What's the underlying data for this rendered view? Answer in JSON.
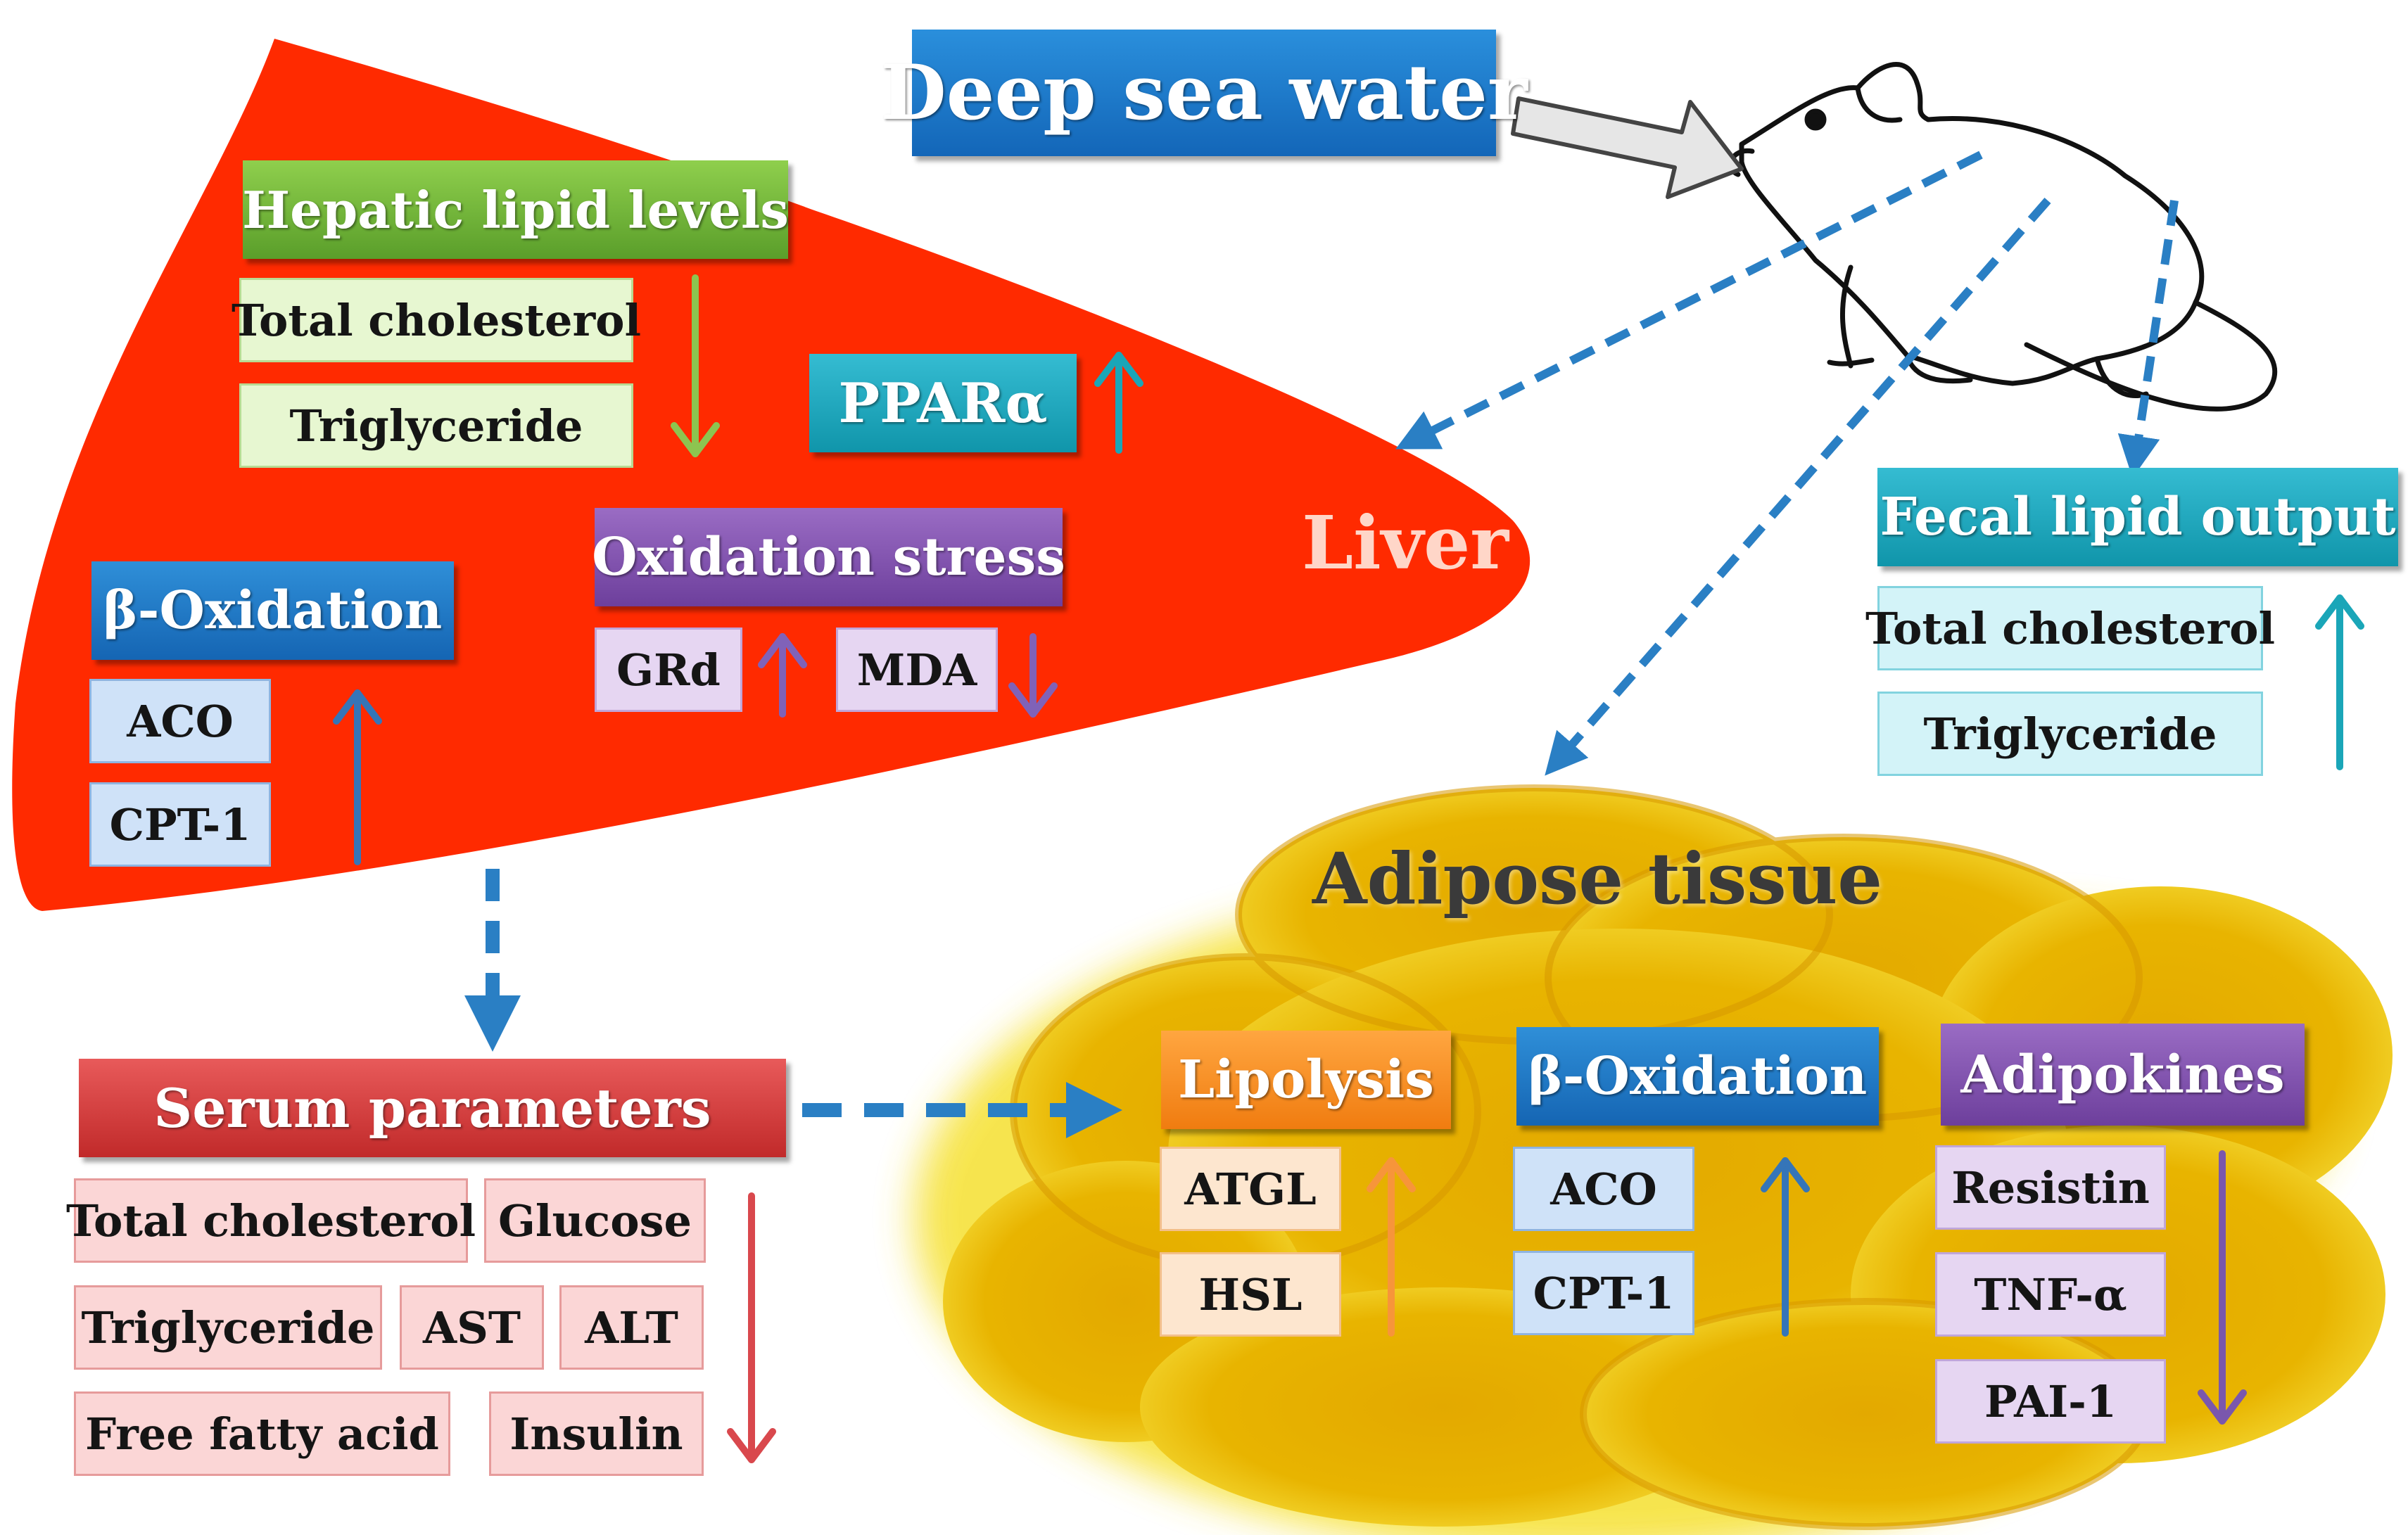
{
  "title": "Deep sea water",
  "regions": {
    "liver": "Liver",
    "adipose": "Adipose tissue"
  },
  "liver": {
    "hepatic": {
      "title": "Hepatic lipid levels",
      "items": [
        "Total cholesterol",
        "Triglyceride"
      ]
    },
    "ppar": "PPARα",
    "oxidation_stress": {
      "title": "Oxidation stress",
      "items": [
        "GRd",
        "MDA"
      ]
    },
    "beta_oxidation": {
      "title": "β-Oxidation",
      "items": [
        "ACO",
        "CPT-1"
      ]
    }
  },
  "fecal": {
    "title": "Fecal lipid output",
    "items": [
      "Total cholesterol",
      "Triglyceride"
    ]
  },
  "serum": {
    "title": "Serum parameters",
    "items": [
      "Total cholesterol",
      "Glucose",
      "Triglyceride",
      "AST",
      "ALT",
      "Free fatty acid",
      "Insulin"
    ]
  },
  "adipose": {
    "lipolysis": {
      "title": "Lipolysis",
      "items": [
        "ATGL",
        "HSL"
      ]
    },
    "beta_oxidation": {
      "title": "β-Oxidation",
      "items": [
        "ACO",
        "CPT-1"
      ]
    },
    "adipokines": {
      "title": "Adipokines",
      "items": [
        "Resistin",
        "TNF-α",
        "PAI-1"
      ]
    }
  },
  "colors": {
    "liver": "#ff2a00",
    "adipose": "#e8b000",
    "dashed_arrow": "#2a7fc4",
    "green": "#8dc450",
    "teal": "#1aa6b8",
    "purple": "#7a57ad",
    "blue": "#3575b8",
    "red": "#d9484d",
    "orange": "#f7953a"
  }
}
